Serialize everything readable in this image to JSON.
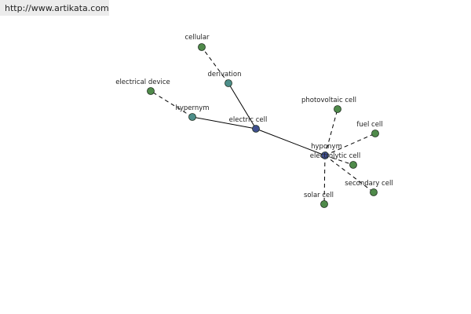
{
  "banner": {
    "url": "http://www.artikata.com"
  },
  "colors": {
    "leaf_node": "#4f8a4a",
    "relation_node": "#4d8e8a",
    "center_node": "#3f4f8f",
    "edge": "#000000"
  },
  "nodes": [
    {
      "id": "electric_cell",
      "label": "electric cell",
      "kind": "center"
    },
    {
      "id": "derivation",
      "label": "derivation",
      "kind": "relation"
    },
    {
      "id": "hypernym",
      "label": "hypernym",
      "kind": "relation"
    },
    {
      "id": "hyponym",
      "label": "hyponym",
      "kind": "center"
    },
    {
      "id": "cellular",
      "label": "cellular",
      "kind": "leaf"
    },
    {
      "id": "electrical_device",
      "label": "electrical device",
      "kind": "leaf"
    },
    {
      "id": "photovoltaic_cell",
      "label": "photovoltaic cell",
      "kind": "leaf"
    },
    {
      "id": "fuel_cell",
      "label": "fuel cell",
      "kind": "leaf"
    },
    {
      "id": "electrolytic_cell",
      "label": "electrolytic cell",
      "kind": "leaf"
    },
    {
      "id": "secondary_cell",
      "label": "secondary cell",
      "kind": "leaf"
    },
    {
      "id": "solar_cell",
      "label": "solar cell",
      "kind": "leaf"
    }
  ],
  "edges": [
    {
      "from": "electric_cell",
      "to": "derivation",
      "style": "solid"
    },
    {
      "from": "electric_cell",
      "to": "hypernym",
      "style": "solid"
    },
    {
      "from": "electric_cell",
      "to": "hyponym",
      "style": "solid"
    },
    {
      "from": "derivation",
      "to": "cellular",
      "style": "dashed"
    },
    {
      "from": "hypernym",
      "to": "electrical_device",
      "style": "dashed"
    },
    {
      "from": "hyponym",
      "to": "photovoltaic_cell",
      "style": "dashed"
    },
    {
      "from": "hyponym",
      "to": "fuel_cell",
      "style": "dashed"
    },
    {
      "from": "hyponym",
      "to": "electrolytic_cell",
      "style": "dashed"
    },
    {
      "from": "hyponym",
      "to": "secondary_cell",
      "style": "dashed"
    },
    {
      "from": "hyponym",
      "to": "solar_cell",
      "style": "dashed"
    }
  ]
}
